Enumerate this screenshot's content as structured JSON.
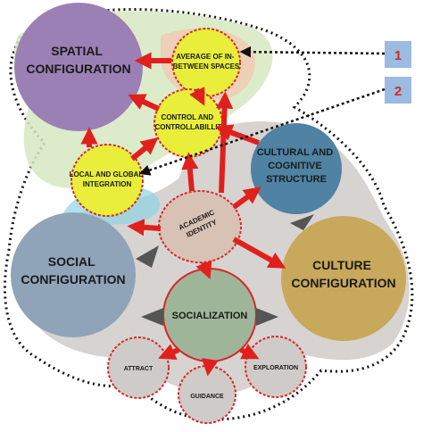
{
  "nodes": {
    "spatial": [
      "SPATIAL",
      "CONFIGURATION"
    ],
    "average": [
      "AVERAGE OF IN-",
      "BETWEEN SPACES"
    ],
    "control": [
      "CONTROL AND",
      "CONTROLLABILLIT"
    ],
    "local": [
      "LOCAL AND GLOBAL",
      "INTEGRATION"
    ],
    "cultural_cognitive": [
      "CULTURAL AND",
      "COGNITIVE",
      "STRUCTURE"
    ],
    "academic": [
      "ACADEMIC",
      "IDENTITY"
    ],
    "social": [
      "SOCIAL",
      "CONFIGURATION"
    ],
    "culture": [
      "CULTURE",
      "CONFIGURATION"
    ],
    "socialization": "SOCIALIZATION",
    "attract": "ATTRACT",
    "guidance": "GUIDANCE",
    "exploration": "EXPLORATION"
  },
  "callouts": [
    "1",
    "2"
  ],
  "colors": {
    "spatial": "#9b80b5",
    "yellow_node": "#e8ee3a",
    "cultural_cognitive": "#4f82a3",
    "social": "#8fa4b8",
    "culture": "#c8a85a",
    "socialization": "#9fb59a",
    "academic": "#d8c2b4",
    "arrow_red": "#e0201c",
    "arrow_grey": "#555555",
    "callout_box": "#9bbbe0"
  }
}
